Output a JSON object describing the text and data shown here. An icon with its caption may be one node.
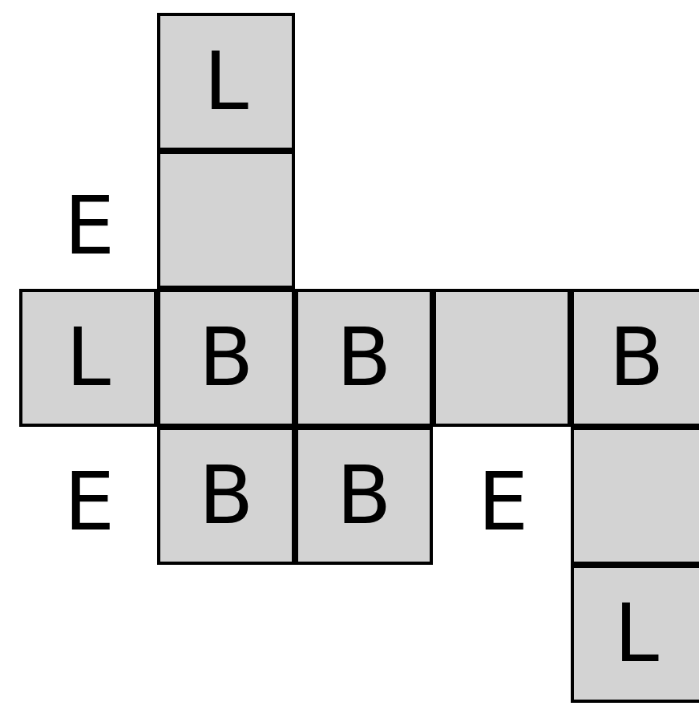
{
  "diagram": {
    "nodes": [
      {
        "text": [
          "L"
        ]
      },
      {
        "text": [],
        "shape": "box"
      },
      {
        "text": [
          "L"
        ]
      },
      {
        "text": [
          "B"
        ]
      },
      {
        "text": [
          "B"
        ]
      },
      {
        "text": [],
        "shape": "box"
      },
      {
        "text": [
          "B"
        ]
      },
      {
        "text": [
          "B"
        ]
      },
      {
        "text": [
          "B"
        ]
      },
      {
        "text": [],
        "shape": "box"
      },
      {
        "text": [
          "L"
        ]
      }
    ],
    "edges": [],
    "labels": [
      "E",
      "E",
      "E"
    ]
  }
}
